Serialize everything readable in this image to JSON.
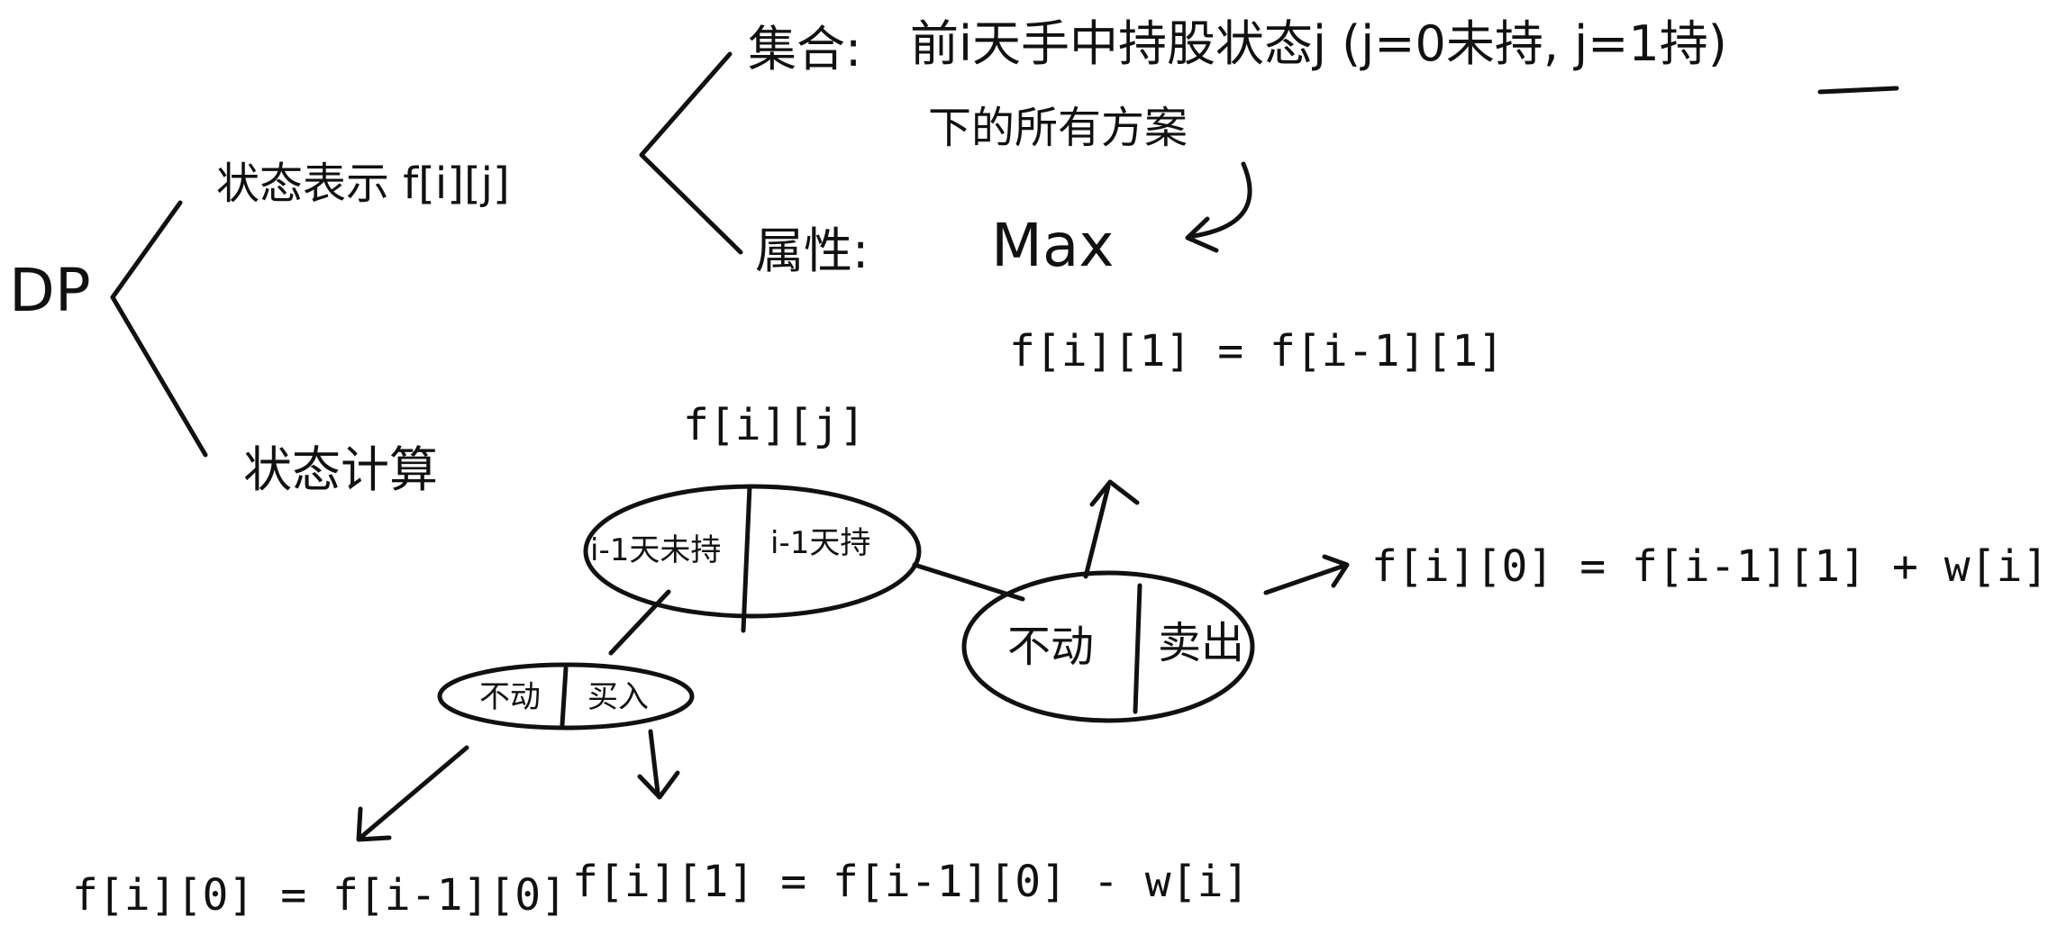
{
  "root": "DP",
  "branches": {
    "state_repr": {
      "label": "状态表示 f[i][j]",
      "set": {
        "label": "集合:",
        "line1": "前i天手中持股状态j (j=0未持, j=1持)",
        "line2": "下的所有方案"
      },
      "attribute": {
        "label": "属性:",
        "value": "Max"
      }
    },
    "state_compute": {
      "label": "状态计算"
    }
  },
  "diagram": {
    "top_formula": "f[i][j]",
    "main_split": {
      "left": "i-1天未持",
      "right": "i-1天持"
    },
    "left_split": {
      "left": "不动",
      "right": "买入"
    },
    "right_split": {
      "left": "不动",
      "right": "卖出"
    },
    "equations": {
      "hold_stay": "f[i][1] = f[i-1][1]",
      "hold_sell": "f[i][0] = f[i-1][1] + w[i]",
      "none_stay": "f[i][0] = f[i-1][0]",
      "none_buy": "f[i][1] = f[i-1][0] - w[i]"
    }
  }
}
